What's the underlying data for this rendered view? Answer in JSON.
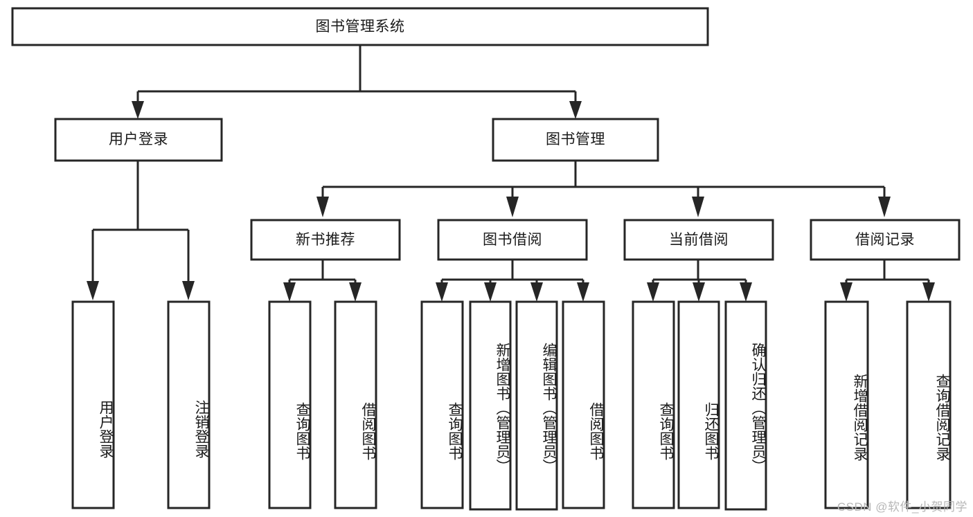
{
  "diagram": {
    "type": "tree-hierarchy",
    "title": "图书管理系统",
    "watermark": "CSDN @软件_小贺同学",
    "colors": {
      "stroke": "#262626",
      "box_fill": "#ffffff",
      "text": "#1a1a1a",
      "background": "#ffffff",
      "watermark": "#b7b7b7"
    },
    "levels": {
      "root": {
        "label": "图书管理系统"
      },
      "level1": [
        {
          "label": "用户登录"
        },
        {
          "label": "图书管理"
        }
      ],
      "level2": [
        {
          "label": "新书推荐",
          "parent": "图书管理"
        },
        {
          "label": "图书借阅",
          "parent": "图书管理"
        },
        {
          "label": "当前借阅",
          "parent": "图书管理"
        },
        {
          "label": "借阅记录",
          "parent": "图书管理"
        }
      ],
      "leaves": [
        {
          "label": "用户登录",
          "parent": "用户登录"
        },
        {
          "label": "注销登录",
          "parent": "用户登录"
        },
        {
          "label": "查询图书",
          "parent": "新书推荐"
        },
        {
          "label": "借阅图书",
          "parent": "新书推荐"
        },
        {
          "label": "查询图书",
          "parent": "图书借阅"
        },
        {
          "label": "新增图书（管理员）",
          "parent": "图书借阅"
        },
        {
          "label": "编辑图书（管理员）",
          "parent": "图书借阅"
        },
        {
          "label": "借阅图书",
          "parent": "图书借阅"
        },
        {
          "label": "查询图书",
          "parent": "当前借阅"
        },
        {
          "label": "归还图书",
          "parent": "当前借阅"
        },
        {
          "label": "确认归还（管理员）",
          "parent": "当前借阅"
        },
        {
          "label": "新增借阅记录",
          "parent": "借阅记录"
        },
        {
          "label": "查询借阅记录",
          "parent": "借阅记录"
        }
      ]
    }
  }
}
